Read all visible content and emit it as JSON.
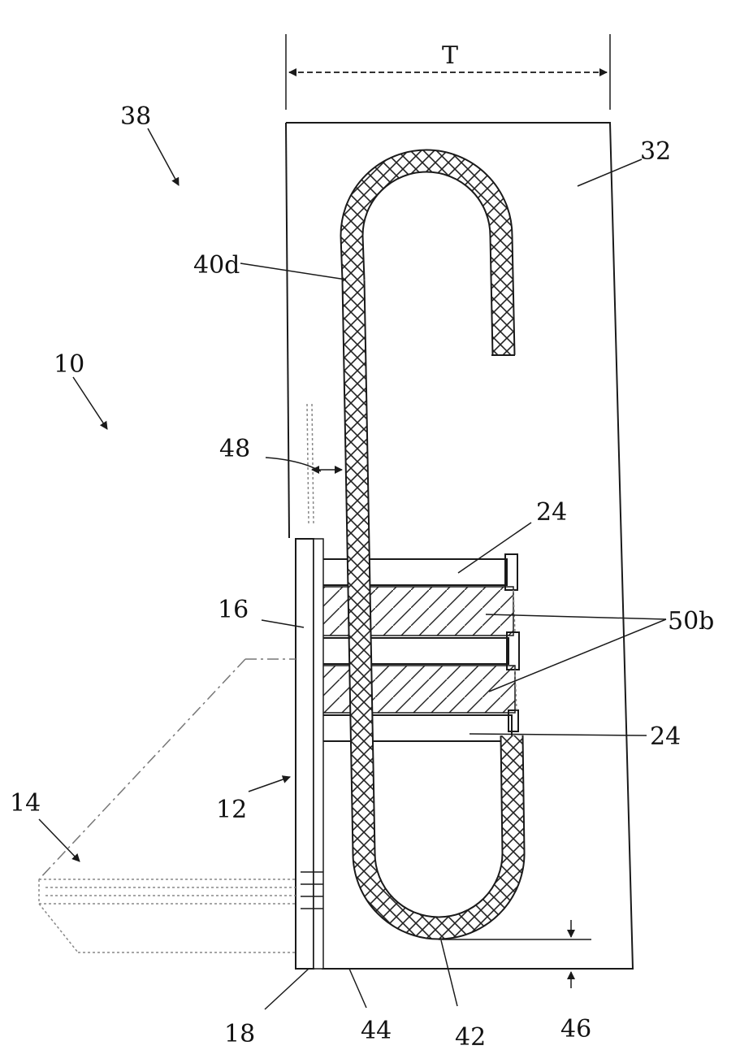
{
  "labels": {
    "t": "T",
    "n38": "38",
    "n32": "32",
    "n40d": "40d",
    "n10": "10",
    "n48": "48",
    "n24a": "24",
    "n16": "16",
    "n50b": "50b",
    "n24b": "24",
    "n12": "12",
    "n14": "14",
    "n18": "18",
    "n44": "44",
    "n42": "42",
    "n46": "46"
  }
}
